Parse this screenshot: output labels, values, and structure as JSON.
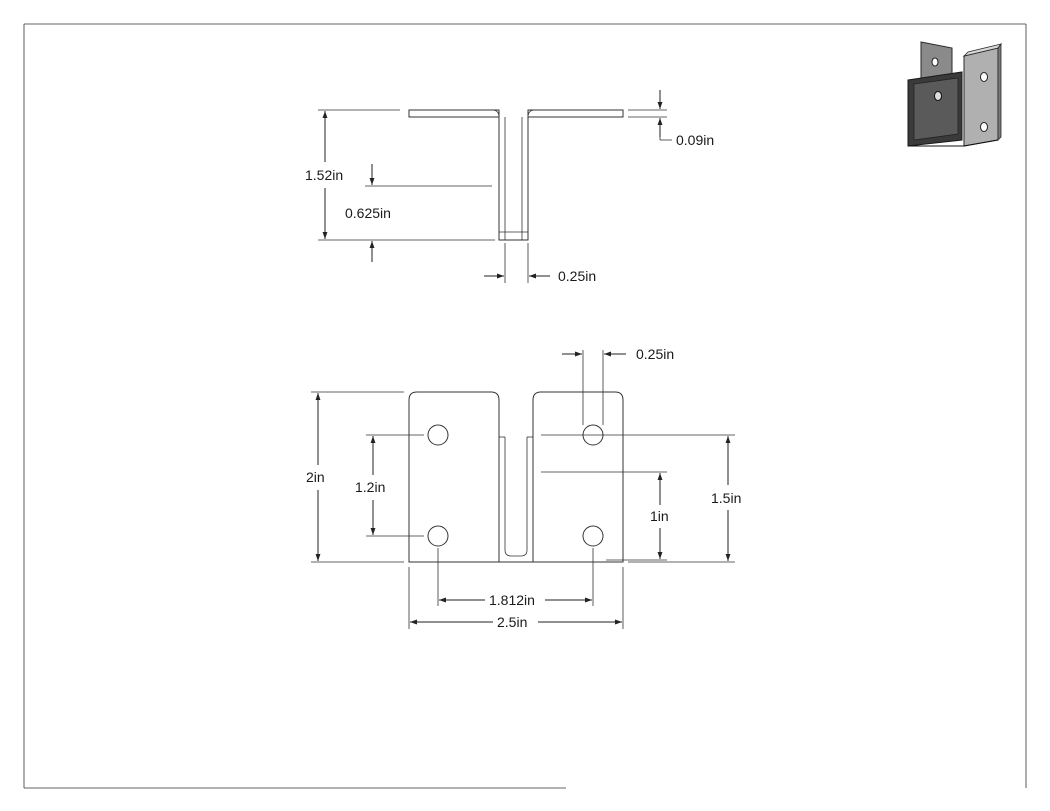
{
  "drawing": {
    "top_view": {
      "height_label": "1.52in",
      "thickness_label": "0.09in",
      "depth_label": "0.625in",
      "gap_label": "0.25in"
    },
    "front_view": {
      "hole_dia_label": "0.25in",
      "height_label": "2in",
      "hole_spacing_left_label": "1.2in",
      "hole_height_label": "1in",
      "right_span_label": "1.5in",
      "hole_spacing_horizontal_label": "1.812in",
      "width_label": "2.5in"
    },
    "iso_icon": "bracket-3d-thumbnail-icon"
  }
}
